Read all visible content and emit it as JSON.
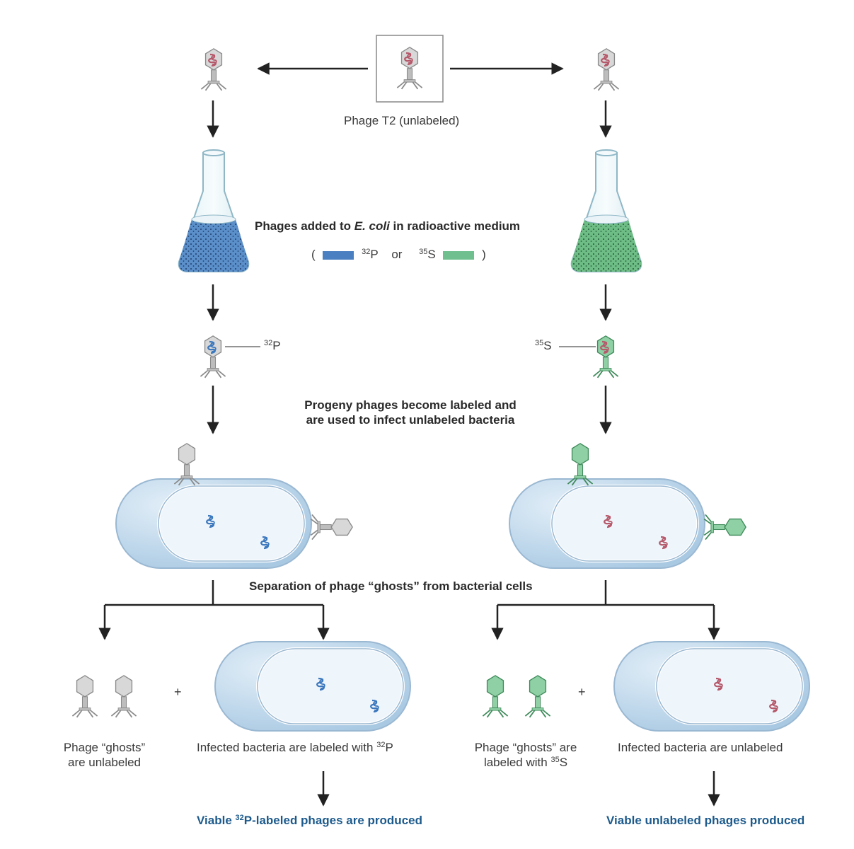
{
  "colors": {
    "p32_blue": "#4a7fc1",
    "s35_green": "#6fc08e",
    "dna_red": "#b5596b",
    "arrow": "#222222",
    "cell": "#bcd6ea",
    "phage_gray": "#cfcfcf",
    "phage_green": "#7cc596"
  },
  "labels": {
    "phage_t2": "Phage T2 (unlabeled)",
    "added_pre": "Phages added to ",
    "added_ecoli": "E. coli",
    "added_post": " in radioactive medium",
    "open_paren": "(",
    "close_paren": ")",
    "p_sup": "32",
    "p_sym": "P",
    "or": "or",
    "s_sup": "35",
    "s_sym": "S",
    "tag_p_sup": "32",
    "tag_p_sym": "P",
    "tag_s_sup": "35",
    "tag_s_sym": "S",
    "progeny_1": "Progeny phages become labeled and",
    "progeny_2": "are used to infect unlabeled bacteria",
    "separation": "Separation of phage “ghosts” from bacterial cells",
    "plus": "+",
    "ghosts_left_1": "Phage “ghosts”",
    "ghosts_left_2": "are unlabeled",
    "infected_left_pre": "Infected bacteria are labeled with ",
    "infected_left_sup": "32",
    "infected_left_sym": "P",
    "ghosts_right_1": "Phage “ghosts” are",
    "ghosts_right_2_pre": "labeled with ",
    "ghosts_right_2_sup": "35",
    "ghosts_right_2_sym": "S",
    "infected_right": "Infected bacteria are unlabeled",
    "viable_left_pre": "Viable ",
    "viable_left_sup": "32",
    "viable_left_post": "P-labeled phages are produced",
    "viable_right": "Viable unlabeled phages produced"
  }
}
